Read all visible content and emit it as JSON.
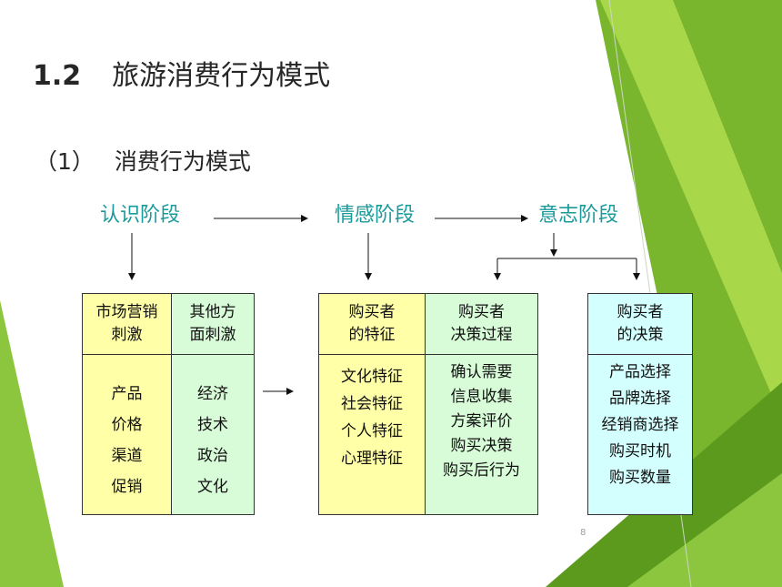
{
  "title": {
    "number": "1.2",
    "text": "旅游消费行为模式"
  },
  "subtitle": {
    "number": "（1）",
    "text": "消费行为模式"
  },
  "stages": [
    "认识阶段",
    "情感阶段",
    "意志阶段"
  ],
  "box1": {
    "col1": {
      "head": [
        "市场营销",
        "刺激"
      ],
      "items": [
        "产品",
        "价格",
        "渠道",
        "促销"
      ]
    },
    "col2": {
      "head": [
        "其他方",
        "面刺激"
      ],
      "items": [
        "经济",
        "技术",
        "政治",
        "文化"
      ]
    }
  },
  "box2": {
    "col1": {
      "head": [
        "购买者",
        "的特征"
      ],
      "items": [
        "文化特征",
        "社会特征",
        "个人特征",
        "心理特征"
      ]
    },
    "col2": {
      "head": [
        "购买者",
        "决策过程"
      ],
      "items": [
        "确认需要",
        "信息收集",
        "方案评价",
        "购买决策",
        "购买后行为"
      ]
    }
  },
  "box3": {
    "col1": {
      "head": [
        "购买者",
        "的决策"
      ],
      "items": [
        "产品选择",
        "品牌选择",
        "经销商选择",
        "购买时机",
        "购买数量"
      ]
    }
  },
  "page_number": "8",
  "colors": {
    "stage": "#1a9a9a",
    "yellow": "#ffffa8",
    "green": "#d8fbd8",
    "cyan": "#d4ffff",
    "leaf_light": "#a8d84a",
    "leaf_dark": "#5a9a1a"
  }
}
